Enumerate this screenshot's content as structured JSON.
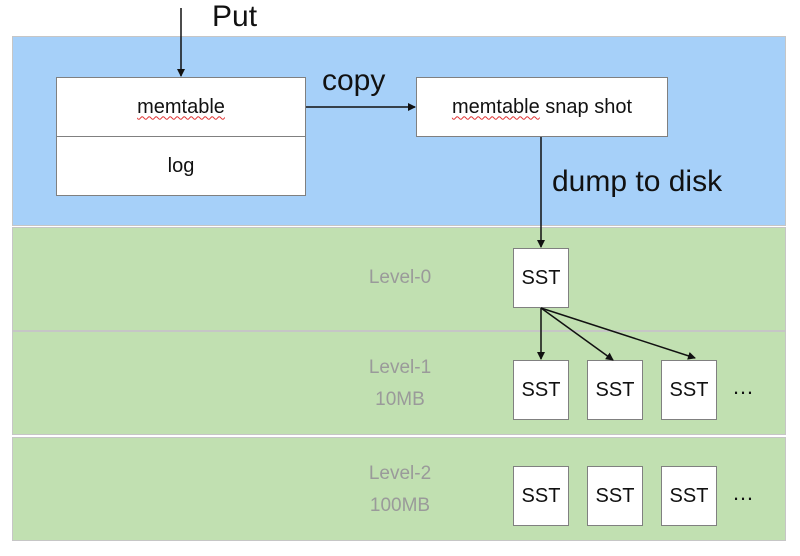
{
  "put_label": "Put",
  "copy_label": "copy",
  "dump_label": "dump to disk",
  "memtable": {
    "label": "memtable",
    "log_label": "log"
  },
  "snapshot": {
    "label_word": "memtable",
    "label_rest": " snap shot"
  },
  "levels": [
    {
      "name": "Level-0",
      "size": "",
      "sst": [
        "SST"
      ],
      "ellipsis": ""
    },
    {
      "name": "Level-1",
      "size": "10MB",
      "sst": [
        "SST",
        "SST",
        "SST"
      ],
      "ellipsis": "…"
    },
    {
      "name": "Level-2",
      "size": "100MB",
      "sst": [
        "SST",
        "SST",
        "SST"
      ],
      "ellipsis": "…"
    }
  ],
  "colors": {
    "memory_band": "#a6d0f9",
    "level_band": "#c1e0b1",
    "label_gray": "#9a9a9a"
  }
}
